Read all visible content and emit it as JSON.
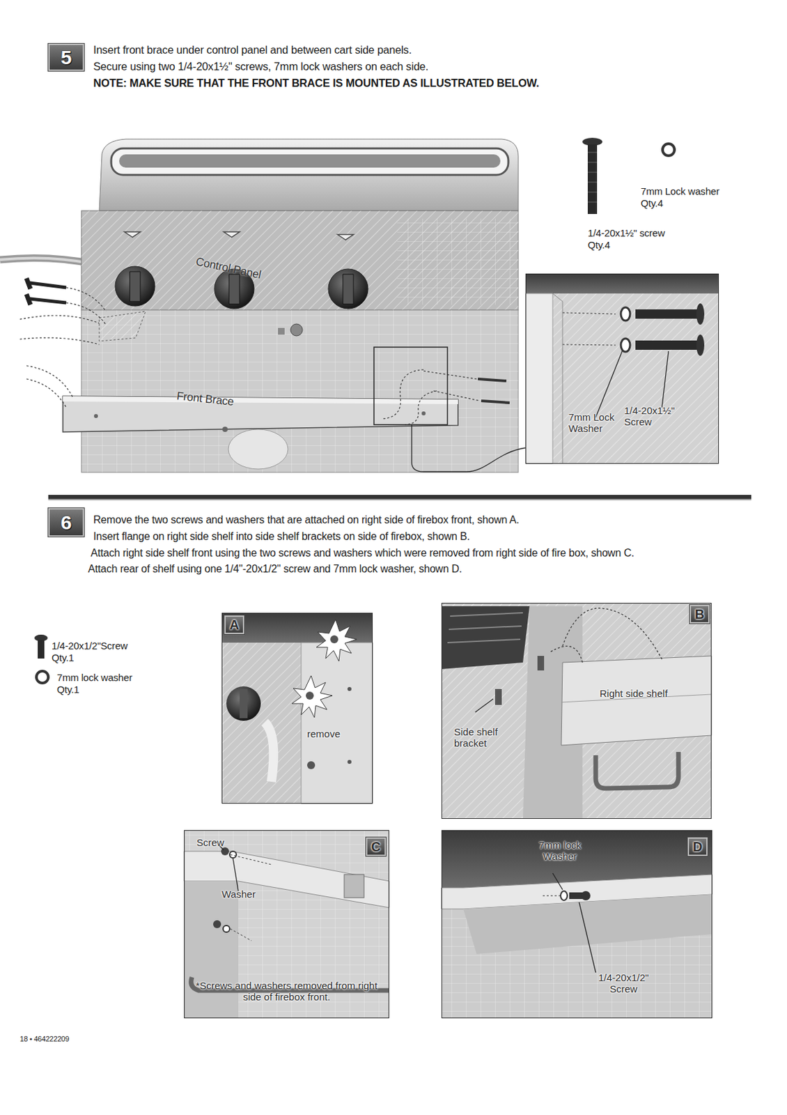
{
  "diagram": {
    "nodes": [
      {
        "text": [
          "5"
        ]
      },
      {
        "text": [
          "7mm Lock Washer",
          "1/4-20x1½\" Screw"
        ]
      },
      {
        "text": [
          "6"
        ]
      },
      {
        "text": [
          "remove"
        ]
      },
      {
        "text": [
          "A"
        ],
        "in": 3
      },
      {
        "text": [
          "Side shelf bracket",
          "Right side shelf"
        ]
      },
      {
        "text": [
          "B"
        ],
        "in": 5
      },
      {
        "text": [
          "Screw",
          "Washer",
          "*Screws and washers removed from right side of firebox front."
        ]
      },
      {
        "text": [
          "C"
        ],
        "in": 7
      },
      {
        "text": [
          "7mm lock Washer",
          "1/4-20x1/2\" Screw"
        ]
      },
      {
        "text": [
          "D"
        ],
        "in": 9
      }
    ],
    "labels": [
      "Insert front brace under control panel and between cart side panels.",
      "Secure using two 1/4-20x1½\" screws, 7mm lock washers on each side.",
      "NOTE: MAKE SURE THAT THE FRONT BRACE IS MOUNTED AS ILLUSTRATED BELOW.",
      "7mm Lock washer Qty.4",
      "1/4-20x1½\" screw Qty.4",
      "Control Panel",
      "Front Brace",
      "Remove the two screws and washers that are attached on right side of firebox front, shown A.",
      "Insert flange on right side shelf into side shelf brackets on side of firebox, shown B.",
      "Attach right side shelf front using the two screws and washers which were removed from right side of fire box, shown C.",
      "Attach rear of shelf using one 1/4\"-20x1/2\" screw and 7mm lock washer, shown D.",
      "1/4-20x1/2\"Screw Qty.1",
      "7mm lock washer Qty.1",
      "18 • 464222209"
    ]
  }
}
